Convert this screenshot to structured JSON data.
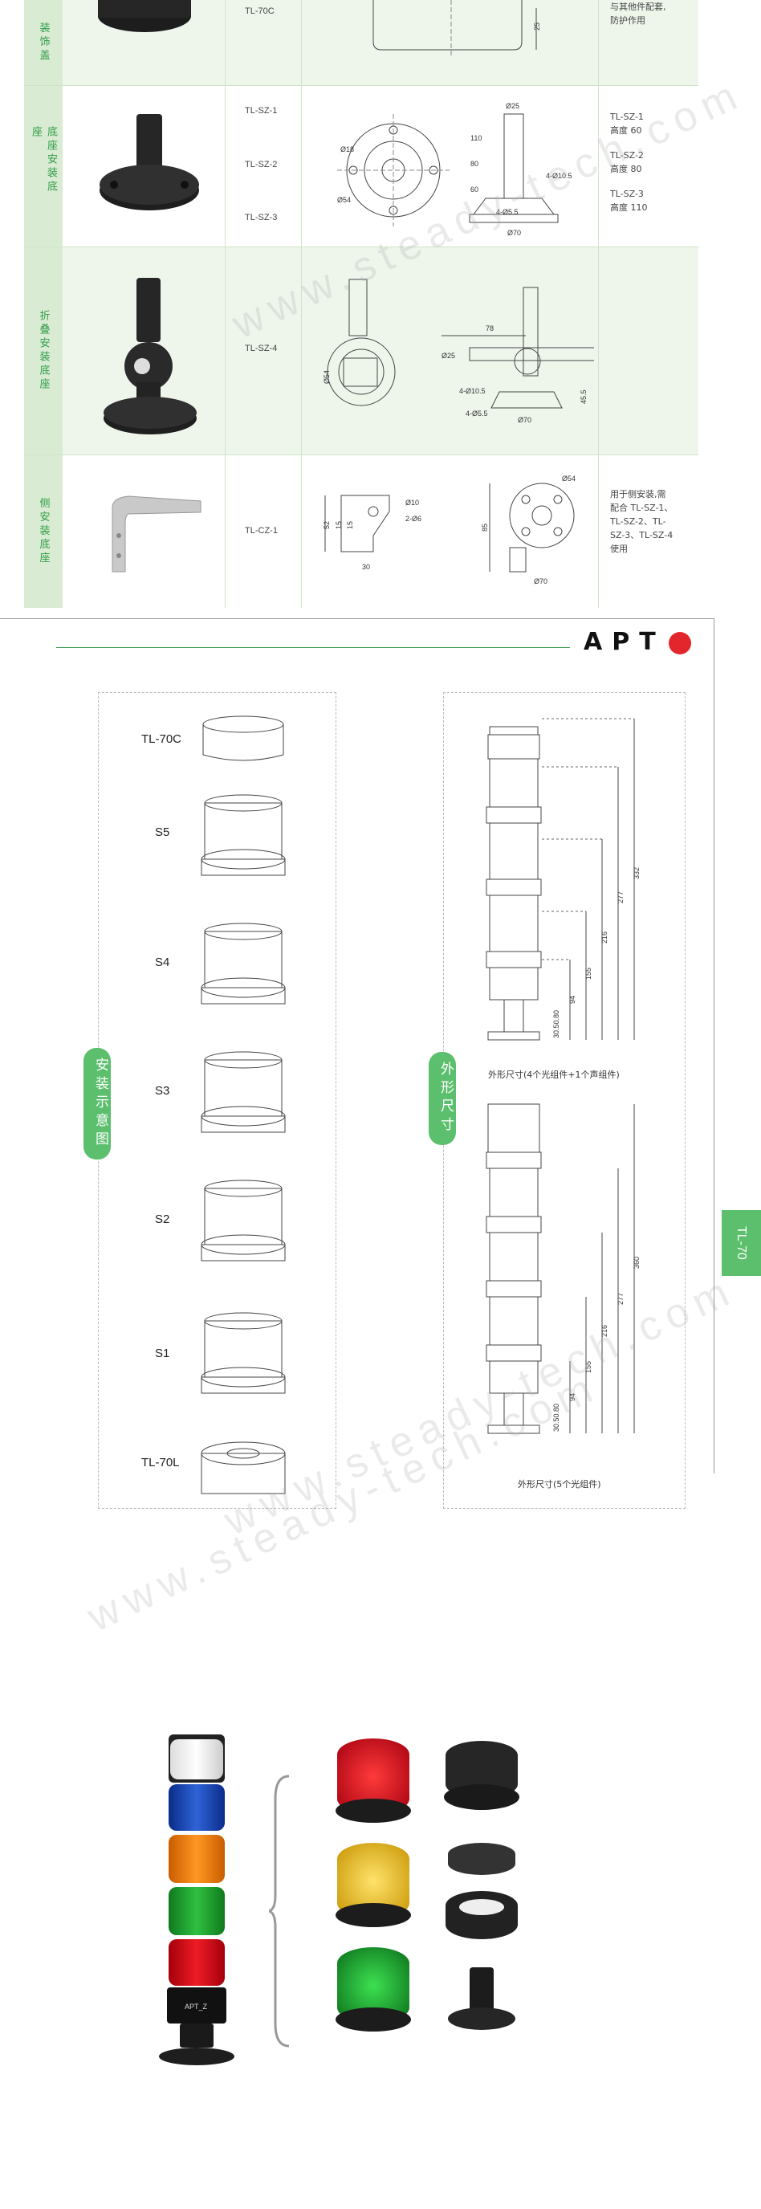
{
  "table": {
    "rows": [
      {
        "category": "装饰盖",
        "models": [
          "TL-70C"
        ],
        "desc": [
          "与其他件配套,",
          "防护作用"
        ],
        "dims": [
          "25"
        ]
      },
      {
        "category": "底座安装底座",
        "models": [
          "TL-SZ-1",
          "TL-SZ-2",
          "TL-SZ-3"
        ],
        "desc": [
          "TL-SZ-1",
          "高度 60",
          "TL-SZ-2",
          "高度 80",
          "TL-SZ-3",
          "高度 110"
        ],
        "dims": [
          "Ø25",
          "Ø18",
          "Ø54",
          "4-Ø10.5",
          "4-Ø5.5",
          "Ø70",
          "110",
          "80",
          "60"
        ]
      },
      {
        "category": "折叠安装底座",
        "models": [
          "TL-SZ-4"
        ],
        "desc": [],
        "dims": [
          "78",
          "Ø25",
          "Ø54",
          "4-Ø10.5",
          "4-Ø5.5",
          "Ø70",
          "45.5"
        ]
      },
      {
        "category": "侧安装底座",
        "models": [
          "TL-CZ-1"
        ],
        "desc": [
          "用于侧安装,需",
          "配合 TL-SZ-1、",
          "TL-SZ-2、TL-",
          "SZ-3、TL-SZ-4",
          "使用"
        ],
        "dims": [
          "Ø10",
          "2-Ø6",
          "52",
          "15",
          "15",
          "30",
          "Ø54",
          "85",
          "Ø70"
        ]
      }
    ]
  },
  "brand": {
    "logo_text": "APT",
    "accent": "#2e9b45",
    "logo_dot": "#e3262b"
  },
  "assembly": {
    "pill_label": "安装示意图",
    "parts": [
      "TL-70C",
      "S5",
      "S4",
      "S3",
      "S2",
      "S1",
      "TL-70L"
    ]
  },
  "dimensions": {
    "pill_label": "外形尺寸",
    "top": {
      "caption": "外形尺寸(4个光组件+1个声组件)",
      "values": [
        "332",
        "277",
        "216",
        "155",
        "94",
        "30.50.80"
      ]
    },
    "bottom": {
      "caption": "外形尺寸(5个光组件)",
      "values": [
        "360",
        "277",
        "216",
        "155",
        "94",
        "30.50.80"
      ]
    }
  },
  "side_tab": "TL-70",
  "watermark": "www.steady-tech.com",
  "product_label": "APT_Z"
}
